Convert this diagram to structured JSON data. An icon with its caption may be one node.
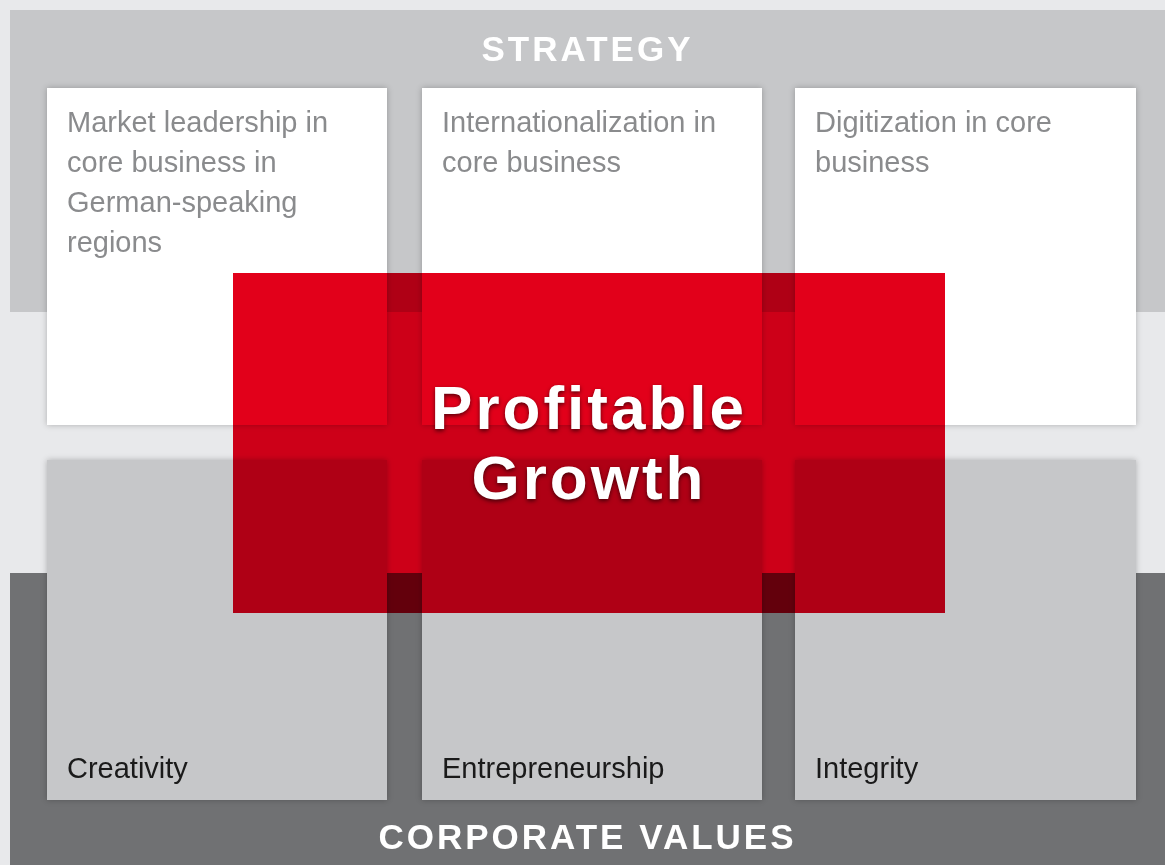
{
  "diagram": {
    "nodes": [
      {
        "text": [
          "STRATEGY"
        ]
      },
      {
        "text": [
          "Market leadership in core business in German-speaking regions"
        ]
      },
      {
        "text": [
          "Internationalization in core business"
        ]
      },
      {
        "text": [
          "Digitization in core business"
        ]
      },
      {
        "text": [
          "CORPORATE VALUES"
        ]
      },
      {
        "text": [
          "Creativity"
        ]
      },
      {
        "text": [
          "Entrepreneurship"
        ]
      },
      {
        "text": [
          "Integrity"
        ]
      },
      {
        "text": [
          "Profitable Growth"
        ]
      }
    ]
  }
}
